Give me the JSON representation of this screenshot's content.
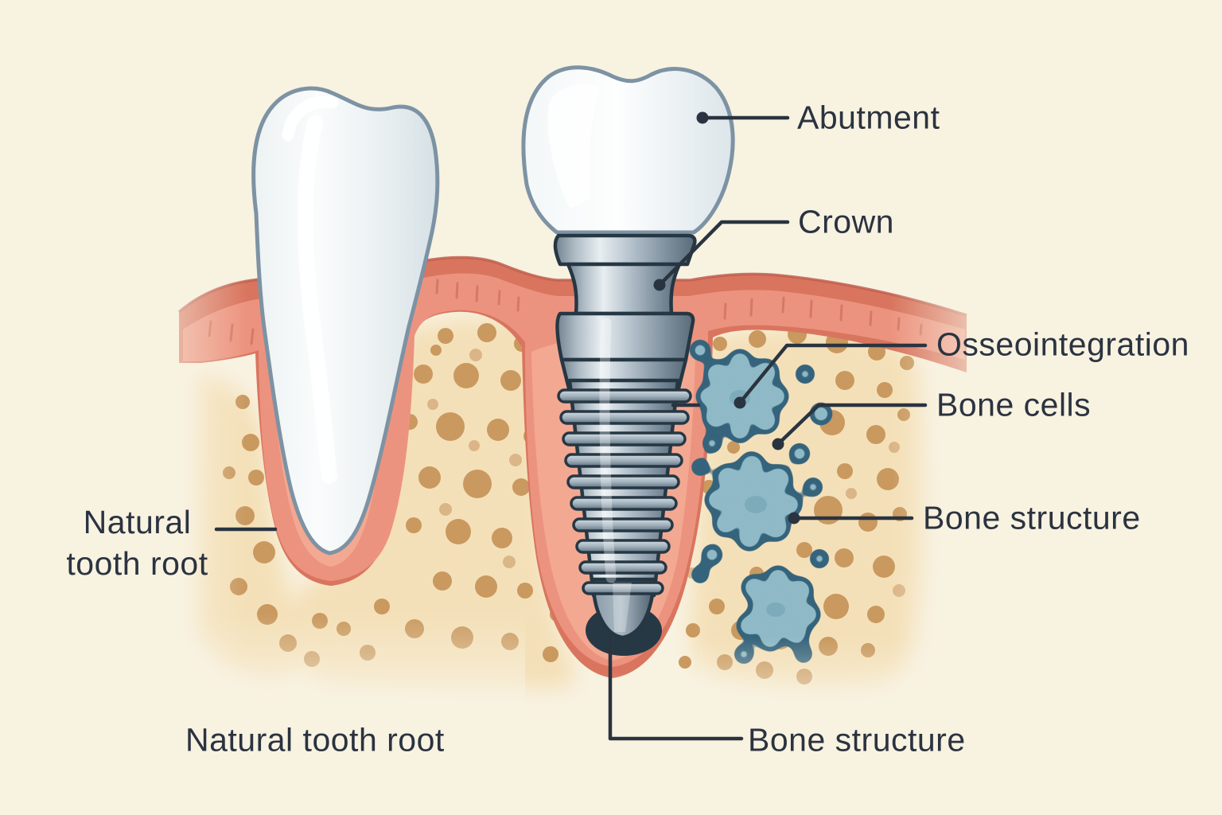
{
  "figure": {
    "title": "Dental implant vs natural tooth cross-section diagram",
    "labels": {
      "abutment": "Abutment",
      "crown": "Crown",
      "osseointegration": "Osseointegration",
      "bone_cells": "Bone cells",
      "bone_structure_right": "Bone structure",
      "natural_tooth_root_left_line1": "Natural",
      "natural_tooth_root_left_line2": "tooth root",
      "natural_tooth_root_bottom": "Natural tooth root",
      "bone_structure_bottom": "Bone structure"
    },
    "colors": {
      "background": "#f8f2e1",
      "text": "#2b3340",
      "leader_line": "#2a3440",
      "gum_dark": "#d9755f",
      "gum_mid": "#ec937f",
      "gum_light": "#f3a892",
      "gum_top_line": "#c05f4d",
      "bone_fill": "#f4e0b8",
      "bone_dot": "#c9995f",
      "bone_cell_fill": "#8fb9c6",
      "bone_cell_outline": "#35647c",
      "implant_outline": "#263744",
      "implant_metal_light": "#e8eef1",
      "implant_metal_dark": "#5a6c7a",
      "tooth_outline": "#7d93a4",
      "tooth_fill": "#fafcfc"
    }
  }
}
